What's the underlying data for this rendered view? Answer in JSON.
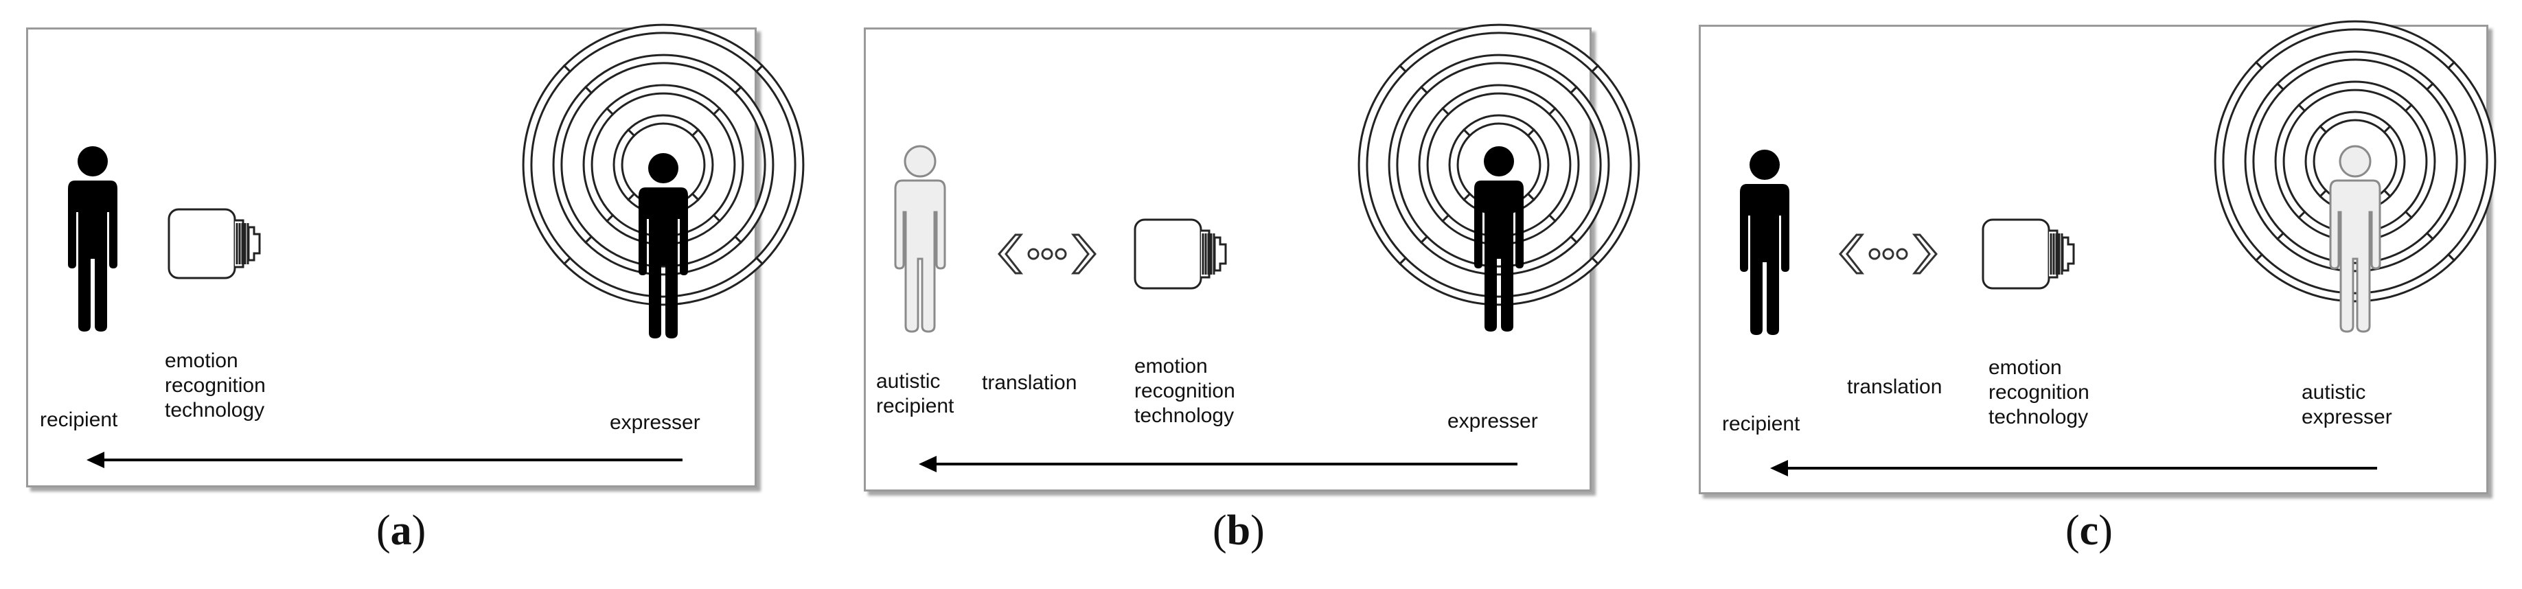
{
  "panels": {
    "a": {
      "caption_open": "(",
      "caption_letter": "a",
      "caption_close": ")",
      "recipient_label": "recipient",
      "technology_label": "emotion\nrecognition\ntechnology",
      "expresser_label": "expresser"
    },
    "b": {
      "caption_open": "(",
      "caption_letter": "b",
      "caption_close": ")",
      "recipient_label": "autistic\nrecipient",
      "translation_label": "translation",
      "technology_label": "emotion\nrecognition\ntechnology",
      "expresser_label": "expresser"
    },
    "c": {
      "caption_open": "(",
      "caption_letter": "c",
      "caption_close": ")",
      "recipient_label": "recipient",
      "translation_label": "translation",
      "technology_label": "emotion\nrecognition\ntechnology",
      "expresser_label": "autistic\nexpresser"
    }
  },
  "colors": {
    "typical_person": "#000000",
    "autistic_person_fill": "#eeeeee",
    "autistic_person_stroke": "#8a8a8a",
    "waves": "#222222",
    "arrow": "#000000"
  },
  "icons": [
    "person-icon",
    "camera-icon",
    "translation-icon",
    "emotion-waves-icon",
    "arrow-left-icon"
  ]
}
